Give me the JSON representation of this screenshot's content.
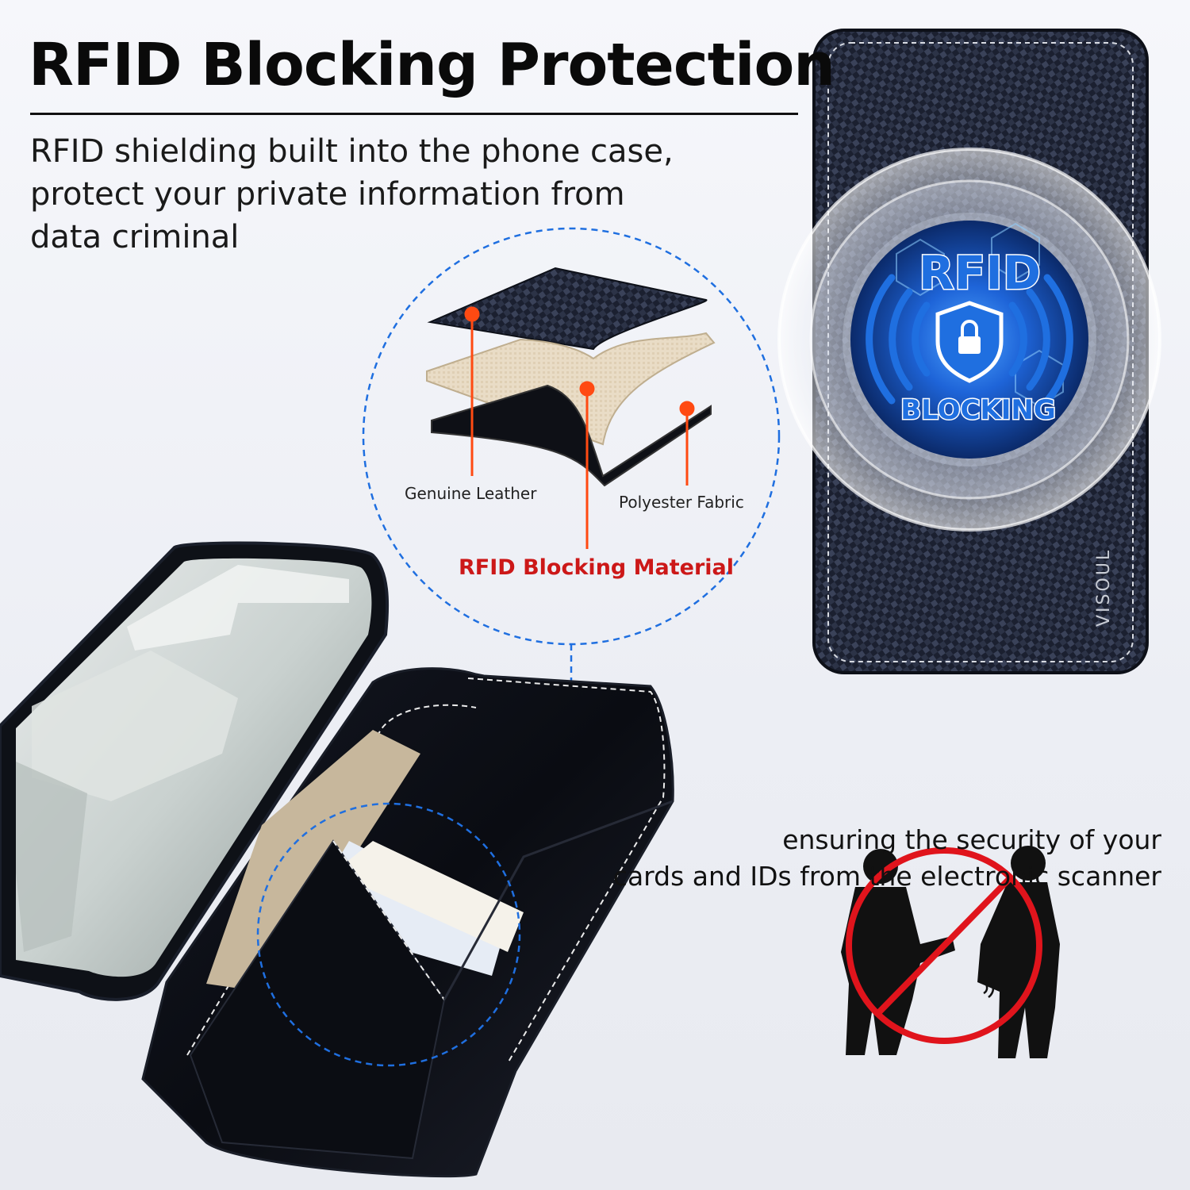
{
  "heading": {
    "title": "RFID Blocking Protection"
  },
  "description": {
    "lines": [
      "RFID shielding built into the phone case,",
      "protect your private information from",
      "data criminal"
    ]
  },
  "layers": {
    "genuine_leather": "Genuine Leather",
    "polyester_fabric": "Polyester Fabric",
    "rfid_material": "RFID Blocking Material"
  },
  "badge": {
    "top": "RFID",
    "bottom": "BLOCKING"
  },
  "brand": "VISOUL",
  "footer": {
    "lines": [
      "ensuring the security of your",
      "cards and IDs from the electronic scanner"
    ]
  },
  "colors": {
    "accent_blue": "#1f6fe0",
    "marker_orange": "#ff4a12",
    "rfid_red": "#cc1818",
    "prohibition_red": "#e0141c"
  }
}
